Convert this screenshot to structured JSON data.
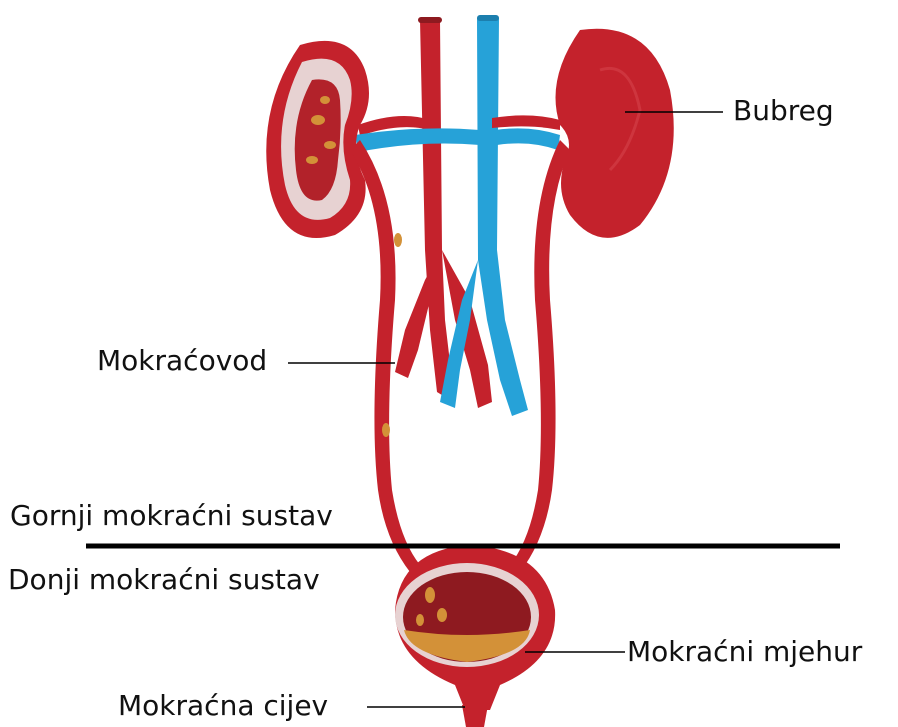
{
  "labels": {
    "kidney": "Bubreg",
    "ureter": "Mokraćovod",
    "upper": "Gornji mokraćni sustav",
    "lower": "Donji mokraćni sustav",
    "bladder": "Mokraćni mjehur",
    "urethra": "Mokraćna cijev"
  },
  "colors": {
    "organ": "#c4222c",
    "organ_dark": "#8e1a20",
    "cortex": "#e7d2d2",
    "vein": "#26a2d8",
    "urine": "#d39138",
    "line": "#000000"
  }
}
